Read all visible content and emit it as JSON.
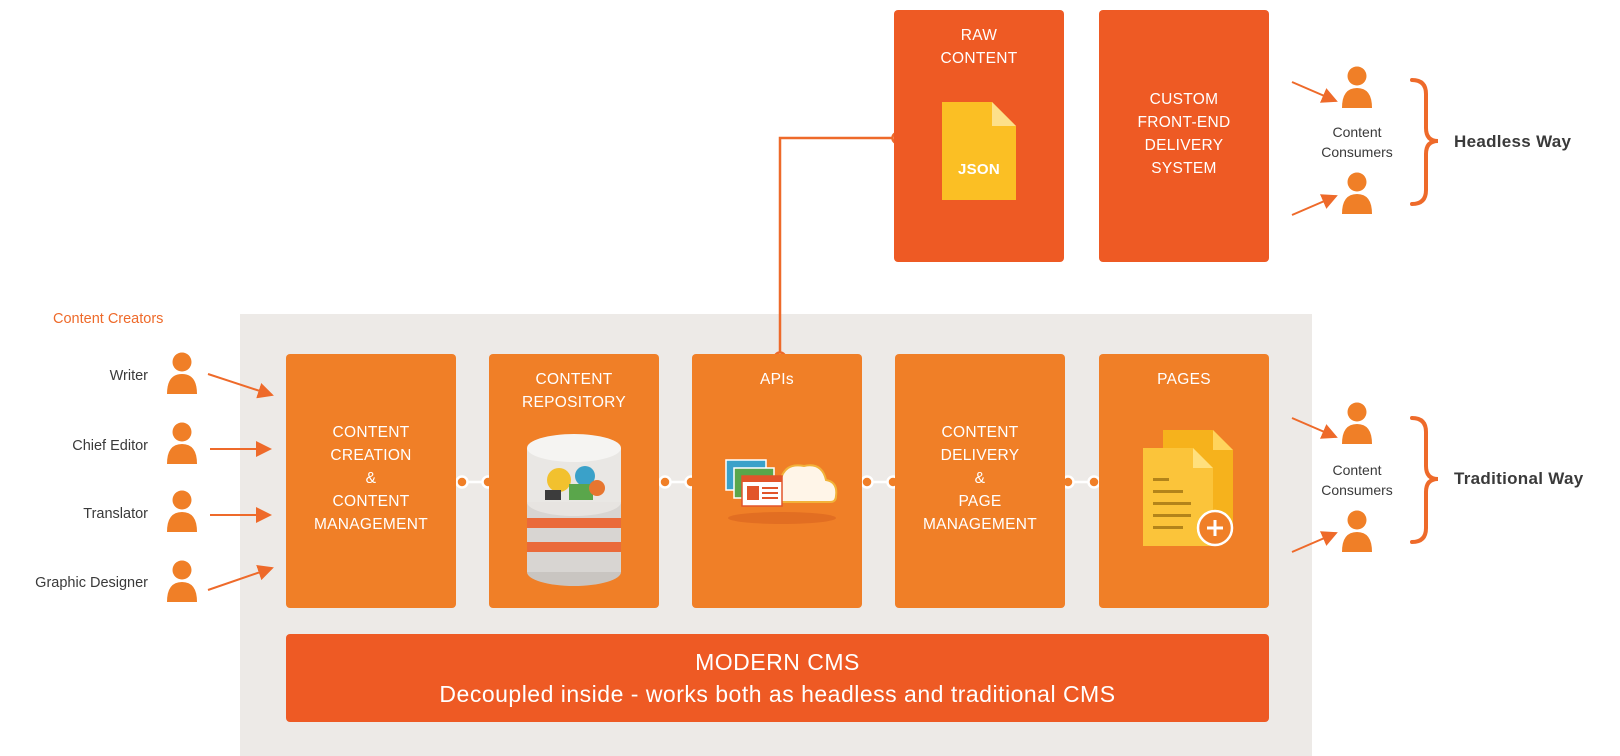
{
  "creators": {
    "title": "Content Creators",
    "roles": [
      "Writer",
      "Chief Editor",
      "Translator",
      "Graphic Designer"
    ]
  },
  "cms_boxes": [
    {
      "label": "CONTENT\nCREATION\n&\nCONTENT\nMANAGEMENT",
      "icon": "none"
    },
    {
      "label": "CONTENT\nREPOSITORY",
      "icon": "database-icon"
    },
    {
      "label": "APIs",
      "icon": "cloud-windows-icon"
    },
    {
      "label": "CONTENT\nDELIVERY\n&\nPAGE\nMANAGEMENT",
      "icon": "none"
    },
    {
      "label": "PAGES",
      "icon": "pages-document-icon"
    }
  ],
  "headless_boxes": [
    {
      "label": "RAW\nCONTENT",
      "icon": "json-file-icon",
      "icon_text": "JSON"
    },
    {
      "label": "CUSTOM\nFRONT-END\nDELIVERY\nSYSTEM"
    }
  ],
  "banner": {
    "title": "MODERN CMS",
    "subtitle": "Decoupled inside - works both as headless and traditional CMS"
  },
  "consumers": {
    "headless": {
      "label": "Content\nConsumers",
      "way": "Headless Way"
    },
    "traditional": {
      "label": "Content\nConsumers",
      "way": "Traditional Way"
    }
  },
  "colors": {
    "orange_dark": "#ee5a24",
    "orange_mid": "#f07f27",
    "accent_text": "#ee6a2a",
    "panel_bg": "#edeae7",
    "json_yellow": "#fbbf24"
  }
}
